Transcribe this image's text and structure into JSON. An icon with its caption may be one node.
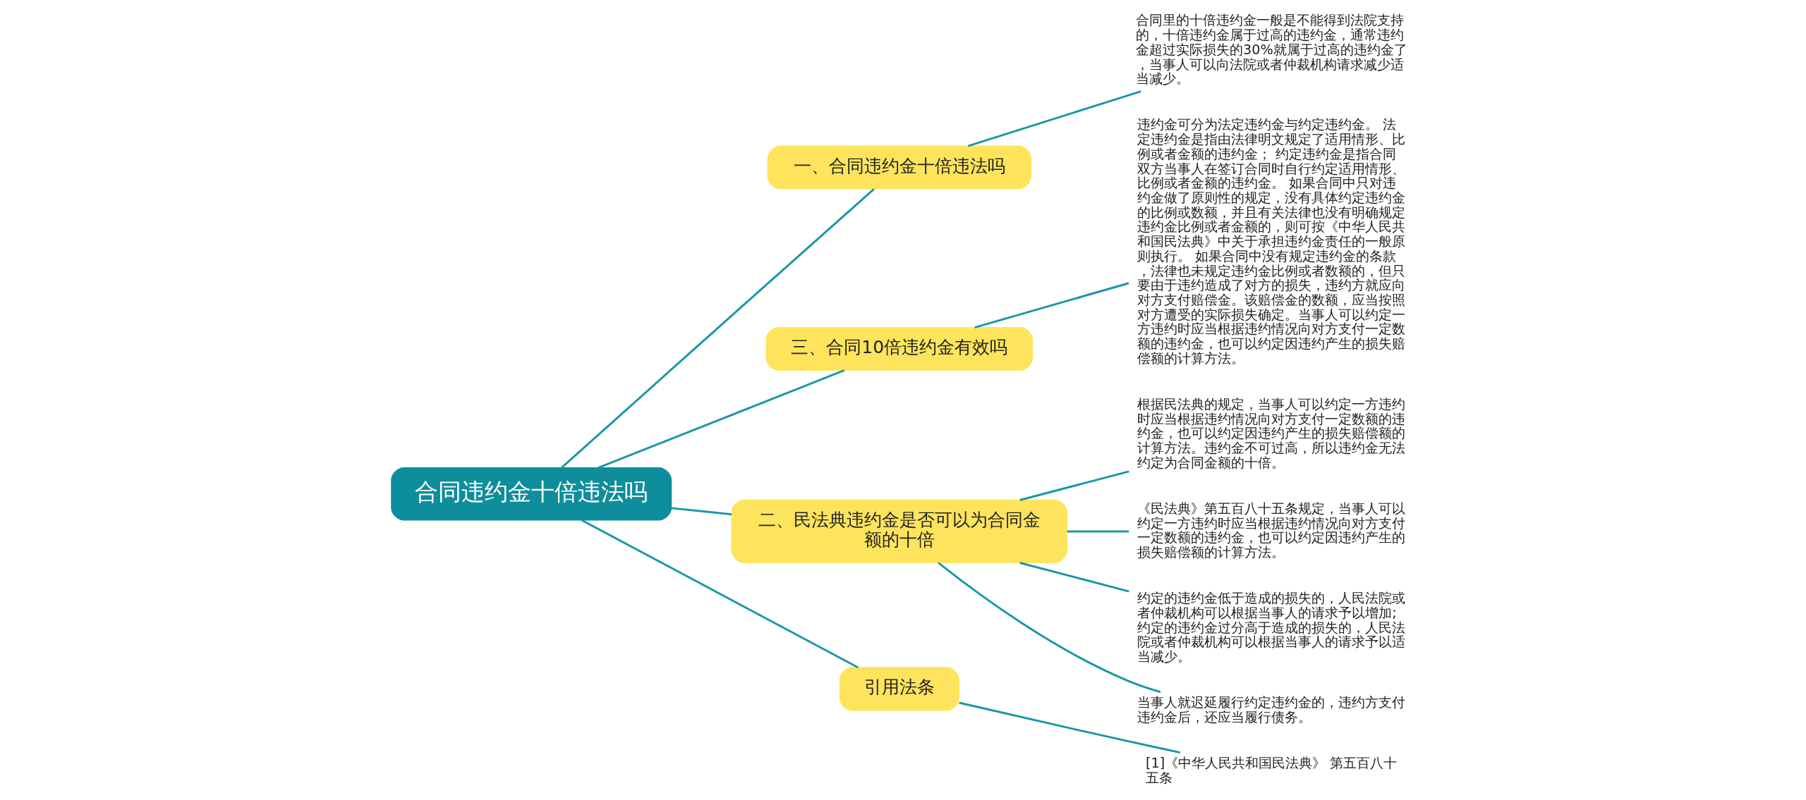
{
  "diagram": {
    "nodes": [
      {
        "text": [
          "合同违约金十倍违法吗"
        ]
      },
      {
        "text": [
          "一、合同违约金十倍违法吗"
        ]
      },
      {
        "text": [
          "合同里的十倍违约金一般是不能得到法院支持的，十倍违约金属于过高的违约金，通常违约金超过实际损失的30%就属于过高的违约金了，当事人可以向法院或者仲裁机构请求减少适当减少。"
        ]
      },
      {
        "text": [
          "三、合同10倍违约金有效吗"
        ]
      },
      {
        "text": [
          "违约金可分为法定违约金与约定违约金。 法定违约金是指由法律明文规定了适用情形、比例或者金额的违约金； 约定违约金是指合同双方当事人在签订合同时自行约定适用情形、比例或者金额的违约金。 如果合同中只对违约金做了原则性的规定，没有具体约定违约金的比例或数额，并且有关法律也没有明确规定违约金比例或者金额的，则可按《中华人民共和国民法典》中关于承担违约金责任的一般原则执行。 如果合同中没有规定违约金的条款，法律也未规定违约金比例或者数额的，但只要由于违约造成了对方的损失，违约方就应向对方支付赔偿金。该赔偿金的数额，应当按照对方遭受的实际损失确定。当事人可以约定一方违约时应当根据违约情况向对方支付一定数额的违约金，也可以约定因违约产生的损失赔偿额的计算方法。"
        ]
      },
      {
        "text": [
          "二、民法典违约金是否可以为合同金额的十倍"
        ]
      },
      {
        "text": [
          "根据民法典的规定，当事人可以约定一方违约时应当根据违约情况向对方支付一定数额的违约金，也可以约定因违约产生的损失赔偿额的计算方法。违约金不可过高，所以违约金无法约定为合同金额的十倍。"
        ]
      },
      {
        "text": [
          "《民法典》第五百八十五条规定，当事人可以约定一方违约时应当根据违约情况向对方支付一定数额的违约金，也可以约定因违约产生的损失赔偿额的计算方法。"
        ]
      },
      {
        "text": [
          "约定的违约金低于造成的损失的，人民法院或者仲裁机构可以根据当事人的请求予以增加;约定的违约金过分高于造成的损失的，人民法院或者仲裁机构可以根据当事人的请求予以适当减少。"
        ]
      },
      {
        "text": [
          "当事人就迟延履行约定违约金的，违约方支付违约金后，还应当履行债务。"
        ]
      },
      {
        "text": [
          "引用法条"
        ]
      },
      {
        "text": [
          "[1]《中华人民共和国民法典》 第五百八十五条"
        ]
      }
    ],
    "edges": [
      {
        "from": 0,
        "to": 1,
        "arrow": "none"
      },
      {
        "from": 1,
        "to": 2,
        "arrow": "none"
      },
      {
        "from": 0,
        "to": 3,
        "arrow": "none"
      },
      {
        "from": 3,
        "to": 4,
        "arrow": "none"
      },
      {
        "from": 0,
        "to": 5,
        "arrow": "none"
      },
      {
        "from": 5,
        "to": 6,
        "arrow": "none"
      },
      {
        "from": 5,
        "to": 7,
        "arrow": "none"
      },
      {
        "from": 5,
        "to": 8,
        "arrow": "none"
      },
      {
        "from": 5,
        "to": 9,
        "arrow": "none"
      },
      {
        "from": 0,
        "to": 10,
        "arrow": "none"
      },
      {
        "from": 10,
        "to": 11,
        "arrow": "none"
      }
    ]
  }
}
